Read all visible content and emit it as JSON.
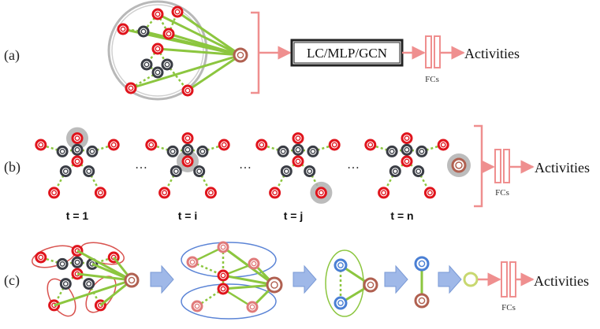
{
  "rows": {
    "a": {
      "label": "(a)",
      "model_box": "LC/MLP/GCN",
      "fc_label": "FCs",
      "output": "Activities"
    },
    "b": {
      "label": "(b)",
      "time_labels": [
        "t = 1",
        "t = i",
        "t = j",
        "t = n"
      ],
      "ellipsis": [
        "…",
        "…",
        "…"
      ],
      "fc_label": "FCs",
      "output": "Activities"
    },
    "c": {
      "label": "(c)",
      "fc_label": "FCs",
      "output": "Activities"
    }
  },
  "colors": {
    "joint_red": "#e0141c",
    "joint_dark": "#3a3d45",
    "edge_green": "#8cc63f",
    "arrow_pink": "#ef8f8f",
    "node_brown": "#b06050",
    "node_blue": "#4a7fd4",
    "node_lightgreen": "#c8d870",
    "group_red": "#d9534f",
    "group_blue": "#5b84d6",
    "group_green": "#8cc63f",
    "gray_circle": "#b8b8b8",
    "highlight": "#b0b0b0",
    "block_arrow": "#9fb8e8"
  }
}
